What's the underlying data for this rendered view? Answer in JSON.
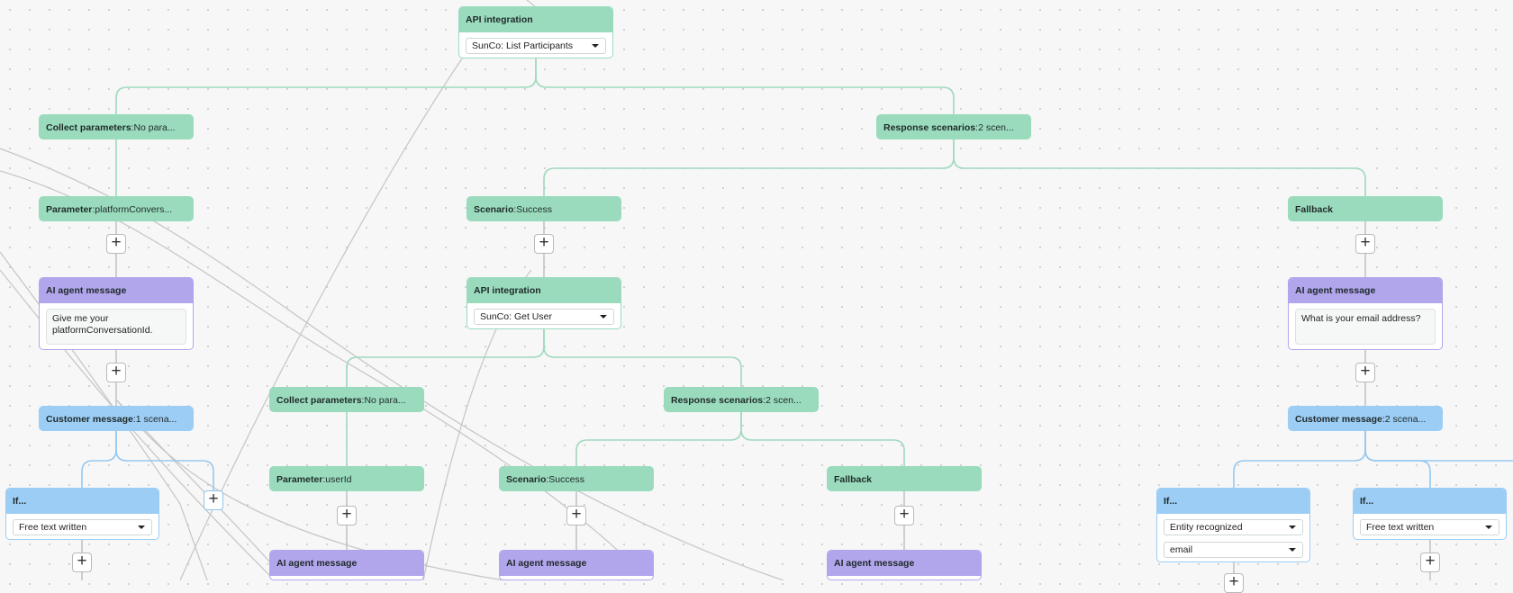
{
  "nodes": {
    "api_top": {
      "title": "API integration",
      "select": "SunCo: List Participants"
    },
    "collect_1": {
      "title": "Collect parameters",
      "value": "No para..."
    },
    "response_1": {
      "title": "Response scenarios",
      "value": "2 scen..."
    },
    "param_1": {
      "title": "Parameter",
      "value": "platformConvers..."
    },
    "scenario_1": {
      "title": "Scenario",
      "value": "Success"
    },
    "fallback_1": {
      "title": "Fallback"
    },
    "ai_msg_1": {
      "title": "AI agent message",
      "text": "Give me your platformConversationId."
    },
    "api_mid": {
      "title": "API integration",
      "select": "SunCo: Get User"
    },
    "ai_msg_fb": {
      "title": "AI agent message",
      "text": "What is your email address?"
    },
    "collect_2": {
      "title": "Collect parameters",
      "value": "No para..."
    },
    "response_2": {
      "title": "Response scenarios",
      "value": "2 scen..."
    },
    "cust_msg_1": {
      "title": "Customer message",
      "value": "1 scena..."
    },
    "cust_msg_2": {
      "title": "Customer message",
      "value": "2 scena..."
    },
    "param_2": {
      "title": "Parameter",
      "value": "userId"
    },
    "scenario_2": {
      "title": "Scenario",
      "value": "Success"
    },
    "fallback_2": {
      "title": "Fallback"
    },
    "if_1": {
      "title": "If...",
      "select": "Free text written"
    },
    "if_2": {
      "title": "If...",
      "select1": "Entity recognized",
      "select2": "email"
    },
    "if_3": {
      "title": "If...",
      "select": "Free text written"
    },
    "ai_msg_2": {
      "title": "AI agent message"
    },
    "ai_msg_3": {
      "title": "AI agent message"
    },
    "ai_msg_4": {
      "title": "AI agent message"
    }
  },
  "separator": ":",
  "plus_glyph": "+",
  "colors": {
    "api_green": "#9adbbd",
    "ai_purple": "#b1a5ec",
    "customer_blue": "#9ccdf4",
    "wire_green": "#9fd9bd",
    "wire_blue": "#95c8f0",
    "wire_gray": "#c3c3c3"
  }
}
